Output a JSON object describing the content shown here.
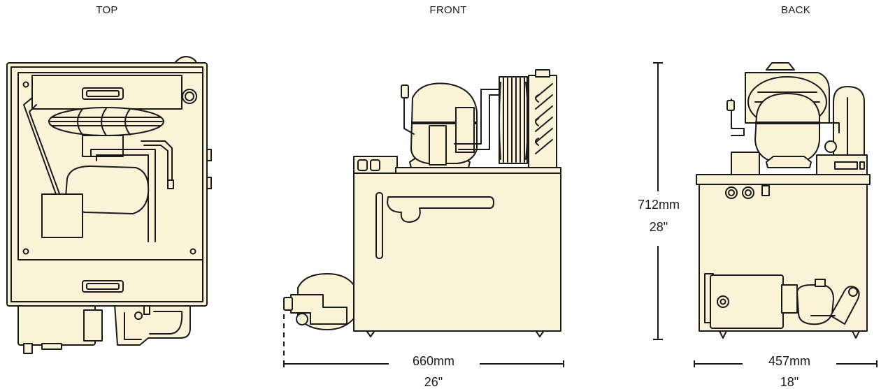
{
  "views": {
    "top": {
      "label": "TOP"
    },
    "front": {
      "label": "FRONT"
    },
    "back": {
      "label": "BACK"
    }
  },
  "dimensions": {
    "front_width": {
      "metric": "660mm",
      "imperial": "26\""
    },
    "height": {
      "metric": "712mm",
      "imperial": "28\""
    },
    "back_width": {
      "metric": "457mm",
      "imperial": "18\""
    }
  },
  "colors": {
    "body_fill": "#fbf3d8",
    "outline": "#1a1a1a"
  }
}
